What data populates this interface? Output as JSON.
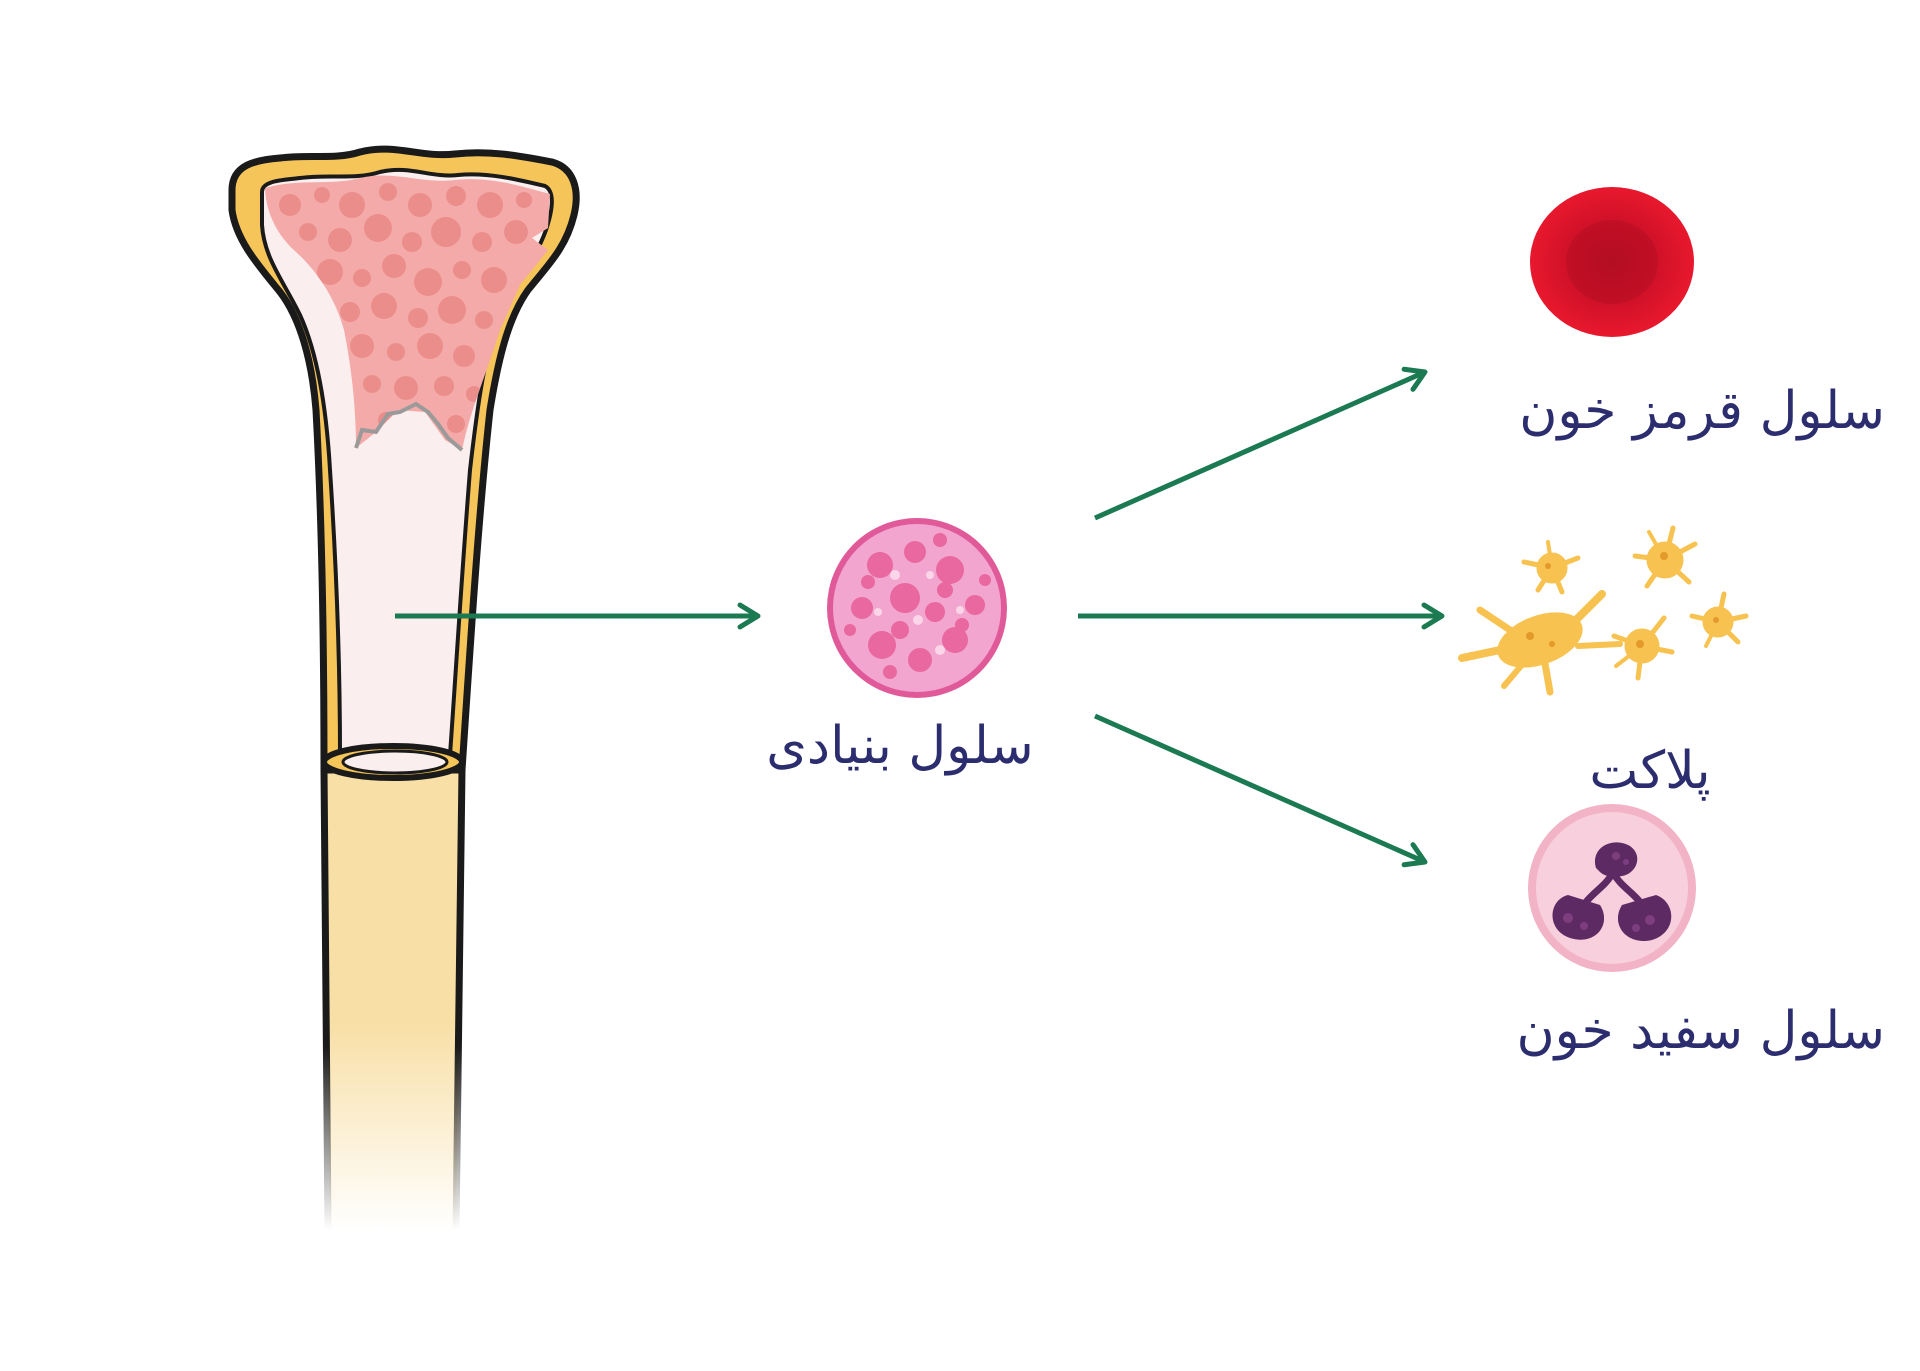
{
  "labels": {
    "stem_cell": "سلول بنیادی",
    "red_blood_cell": "سلول قرمز خون",
    "platelet": "پلاکت",
    "white_blood_cell": "سلول سفید خون"
  },
  "colors": {
    "arrow": "#1b7a52",
    "label_text": "#2b2d6e",
    "bone_outline": "#1a1a1a",
    "bone_cortex": "#f5c55a",
    "bone_shaft": "#f8dfa6",
    "spongy_bone": "#f4aaa8",
    "spongy_holes": "#eb8e8b",
    "marrow_cavity": "#fbeeee",
    "stem_cell_fill": "#f2a6cf",
    "stem_cell_pattern": "#e05a9a",
    "red_blood_cell": "#d8102a",
    "platelet": "#f7c250",
    "white_blood_cell_membrane": "#f7c9d6",
    "white_blood_cell_nucleus": "#5e2a63"
  },
  "icons": [
    "bone-icon",
    "stem-cell-icon",
    "red-blood-cell-icon",
    "platelet-icon",
    "white-blood-cell-icon",
    "arrow-icon"
  ]
}
